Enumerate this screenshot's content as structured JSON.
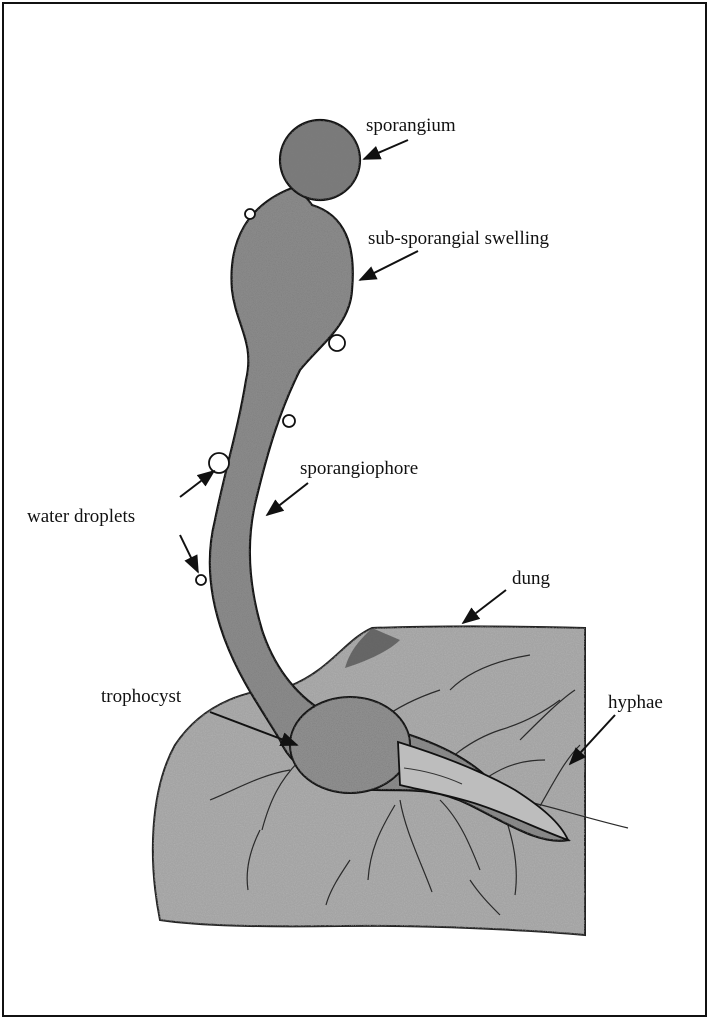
{
  "diagram": {
    "labels": {
      "sporangium": "sporangium",
      "sub_sporangial_swelling": "sub-sporangial swelling",
      "sporangiophore": "sporangiophore",
      "water_droplets": "water droplets",
      "dung": "dung",
      "trophocyst": "trophocyst",
      "hyphae": "hyphae"
    },
    "colors": {
      "ink": "#111111",
      "dung_fill": "#9a9a9a",
      "fungus_fill": "#7c7c7c"
    }
  }
}
